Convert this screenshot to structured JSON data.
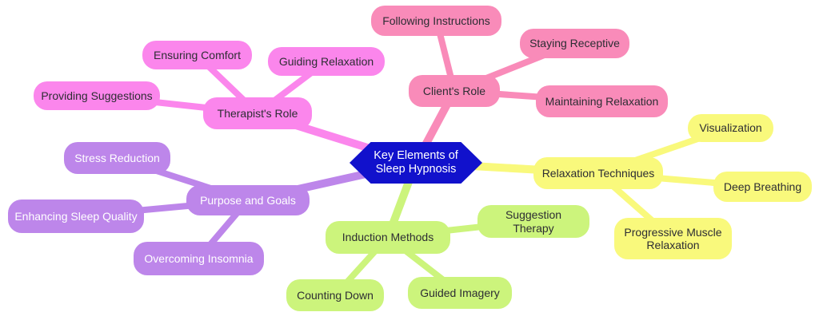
{
  "diagram": {
    "type": "mindmap",
    "title": "Key Elements of Sleep Hypnosis",
    "center": {
      "label": "Key Elements of Sleep Hypnosis",
      "shape": "hexagon",
      "fill": "#1111CC",
      "text_color": "#FFFFFF"
    },
    "branches": [
      {
        "label": "Therapist's Role",
        "fill": "#FB86EC",
        "text_color": "#2D2D33",
        "children": [
          "Ensuring Comfort",
          "Guiding Relaxation",
          "Providing Suggestions"
        ]
      },
      {
        "label": "Client's Role",
        "fill": "#F98BB9",
        "text_color": "#2D2D33",
        "children": [
          "Following Instructions",
          "Staying Receptive",
          "Maintaining Relaxation"
        ]
      },
      {
        "label": "Relaxation Techniques",
        "fill": "#F9F97C",
        "text_color": "#2D2D33",
        "children": [
          "Visualization",
          "Deep Breathing",
          "Progressive Muscle Relaxation"
        ]
      },
      {
        "label": "Purpose and Goals",
        "fill": "#BD86EA",
        "text_color": "#FFFFFF",
        "children": [
          "Stress Reduction",
          "Enhancing Sleep Quality",
          "Overcoming Insomnia"
        ]
      },
      {
        "label": "Induction Methods",
        "fill": "#CCF47C",
        "text_color": "#2D2D33",
        "children": [
          "Suggestion Therapy",
          "Counting Down",
          "Guided Imagery"
        ]
      }
    ],
    "background": "#FFFFFF"
  }
}
